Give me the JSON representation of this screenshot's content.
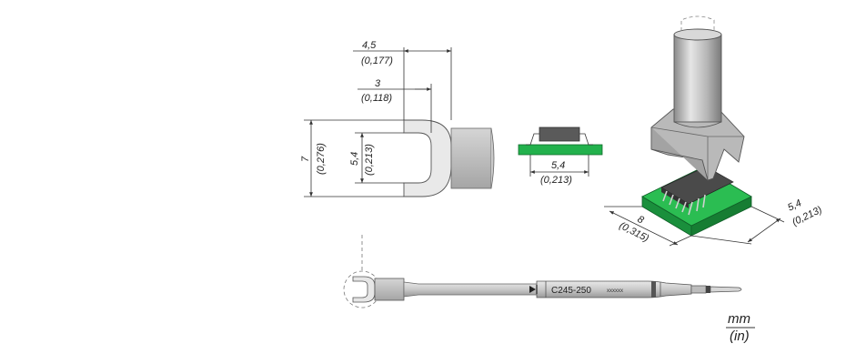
{
  "tip_top_view": {
    "width_outer": {
      "mm": "4,5",
      "in": "(0,177)"
    },
    "width_inner": {
      "mm": "3",
      "in": "(0,118)"
    },
    "height_outer": {
      "mm": "7",
      "in": "(0,276)"
    },
    "height_inner": {
      "mm": "5,4",
      "in": "(0,213)"
    }
  },
  "side_view": {
    "span": {
      "mm": "5,4",
      "in": "(0,213)"
    },
    "colors": {
      "board": "#22b14c",
      "chip": "#555555"
    }
  },
  "iso_view": {
    "length": {
      "mm": "8",
      "in": "(0,315)"
    },
    "width": {
      "mm": "5,4",
      "in": "(0,213)"
    }
  },
  "cartridge": {
    "model": "C245-250",
    "serial": "xxxxxx"
  },
  "units": {
    "primary": "mm",
    "secondary": "(in)"
  }
}
